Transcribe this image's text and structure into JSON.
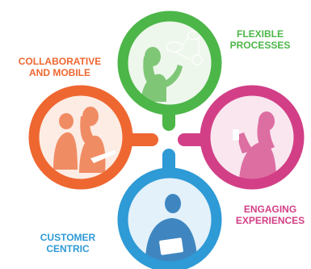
{
  "colors": {
    "green": "#4cb648",
    "orange": "#ee6731",
    "magenta": "#d23f86",
    "blue": "#2e9ad6",
    "background": "#ffffff"
  },
  "segments": [
    {
      "id": "flexible-processes",
      "color": "#4cb648",
      "label_lines": [
        "FLEXIBLE",
        "PROCESSES"
      ],
      "illustration": "woman-with-process-diagram"
    },
    {
      "id": "collaborative-and-mobile",
      "color": "#ee6731",
      "label_lines": [
        "COLLABORATIVE",
        "AND MOBILE"
      ],
      "illustration": "two-people-with-laptop"
    },
    {
      "id": "engaging-experiences",
      "color": "#d23f86",
      "label_lines": [
        "ENGAGING",
        "EXPERIENCES"
      ],
      "illustration": "woman-with-smartphone"
    },
    {
      "id": "customer-centric",
      "color": "#2e9ad6",
      "label_lines": [
        "CUSTOMER",
        "CENTRIC"
      ],
      "illustration": "man-with-tablet"
    }
  ]
}
